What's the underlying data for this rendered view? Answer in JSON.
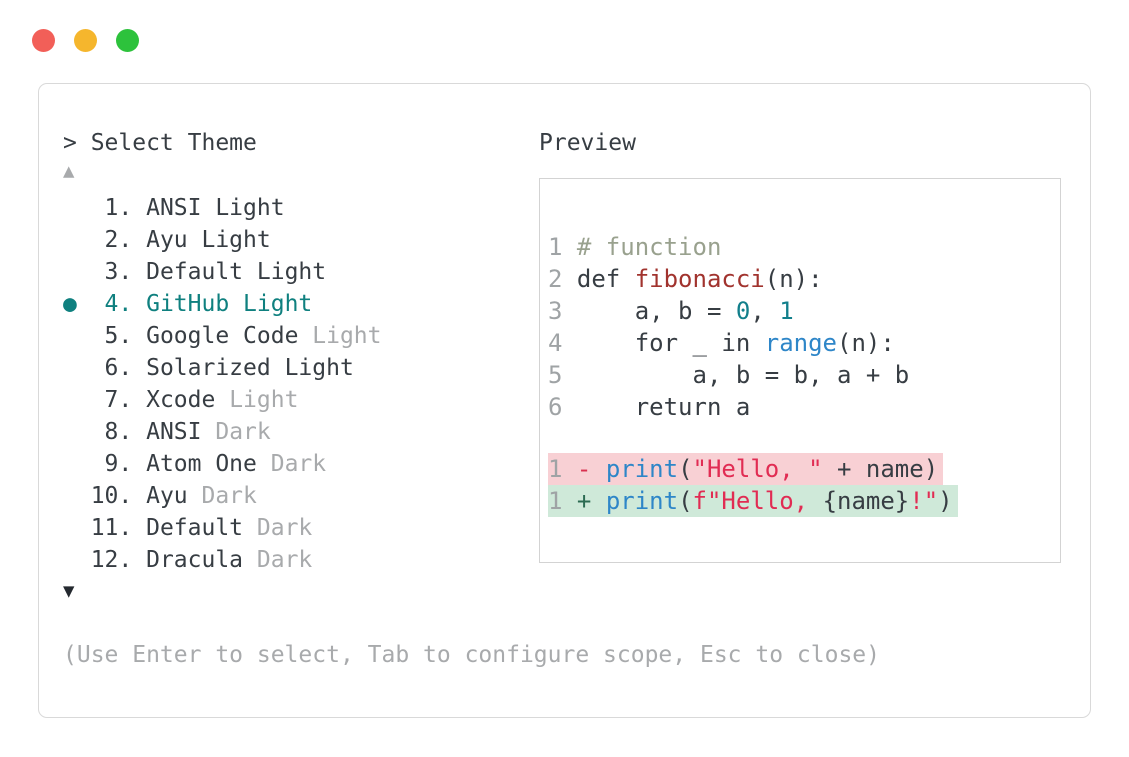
{
  "window": {
    "controls": [
      {
        "name": "close",
        "color": "#f25f58"
      },
      {
        "name": "minimize",
        "color": "#f5b62d"
      },
      {
        "name": "zoom",
        "color": "#2dc23c"
      }
    ]
  },
  "header": {
    "select_prompt": "> Select Theme"
  },
  "list": {
    "scroll_up_glyph": "▲",
    "scroll_down_glyph": "▼",
    "selected_marker": "●",
    "selected_theme": "GitHub Light"
  },
  "theme_list": {
    "items": [
      {
        "number": "1",
        "selected": false,
        "name_parts": [
          {
            "t": "ANSI Light",
            "muted": false
          }
        ]
      },
      {
        "number": "2",
        "selected": false,
        "name_parts": [
          {
            "t": "Ayu Light",
            "muted": false
          }
        ]
      },
      {
        "number": "3",
        "selected": false,
        "name_parts": [
          {
            "t": "Default Light",
            "muted": false
          }
        ]
      },
      {
        "number": "4",
        "selected": true,
        "name_parts": [
          {
            "t": "GitHub Light",
            "muted": false
          }
        ]
      },
      {
        "number": "5",
        "selected": false,
        "name_parts": [
          {
            "t": "Google Code ",
            "muted": false
          },
          {
            "t": "Light",
            "muted": true
          }
        ]
      },
      {
        "number": "6",
        "selected": false,
        "name_parts": [
          {
            "t": "Solarized Light",
            "muted": false
          }
        ]
      },
      {
        "number": "7",
        "selected": false,
        "name_parts": [
          {
            "t": "Xcode ",
            "muted": false
          },
          {
            "t": "Light",
            "muted": true
          }
        ]
      },
      {
        "number": "8",
        "selected": false,
        "name_parts": [
          {
            "t": "ANSI ",
            "muted": false
          },
          {
            "t": "Dark",
            "muted": true
          }
        ]
      },
      {
        "number": "9",
        "selected": false,
        "name_parts": [
          {
            "t": "Atom One ",
            "muted": false
          },
          {
            "t": "Dark",
            "muted": true
          }
        ]
      },
      {
        "number": "10",
        "selected": false,
        "name_parts": [
          {
            "t": "Ayu ",
            "muted": false
          },
          {
            "t": "Dark",
            "muted": true
          }
        ]
      },
      {
        "number": "11",
        "selected": false,
        "name_parts": [
          {
            "t": "Default ",
            "muted": false
          },
          {
            "t": "Dark",
            "muted": true
          }
        ]
      },
      {
        "number": "12",
        "selected": false,
        "name_parts": [
          {
            "t": "Dracula ",
            "muted": false
          },
          {
            "t": "Dark",
            "muted": true
          }
        ]
      }
    ]
  },
  "preview": {
    "title": "Preview",
    "code_lines": [
      {
        "num": "1",
        "tokens": [
          {
            "t": "# function",
            "c": "comment"
          }
        ]
      },
      {
        "num": "2",
        "tokens": [
          {
            "t": "def ",
            "c": "plain"
          },
          {
            "t": "fibonacci",
            "c": "func"
          },
          {
            "t": "(n):",
            "c": "plain"
          }
        ]
      },
      {
        "num": "3",
        "tokens": [
          {
            "t": "    a, b = ",
            "c": "plain"
          },
          {
            "t": "0",
            "c": "num"
          },
          {
            "t": ", ",
            "c": "plain"
          },
          {
            "t": "1",
            "c": "num"
          }
        ]
      },
      {
        "num": "4",
        "tokens": [
          {
            "t": "    for _ in ",
            "c": "plain"
          },
          {
            "t": "range",
            "c": "blue"
          },
          {
            "t": "(n):",
            "c": "plain"
          }
        ]
      },
      {
        "num": "5",
        "tokens": [
          {
            "t": "        a, b = b, a + b",
            "c": "plain"
          }
        ]
      },
      {
        "num": "6",
        "tokens": [
          {
            "t": "    return a",
            "c": "plain"
          }
        ]
      }
    ],
    "diff_lines": [
      {
        "num": "1",
        "bg": "removed",
        "tokens": [
          {
            "t": "- ",
            "c": "minus"
          },
          {
            "t": "print",
            "c": "blue"
          },
          {
            "t": "(",
            "c": "plain"
          },
          {
            "t": "\"Hello, \"",
            "c": "string"
          },
          {
            "t": " + name)",
            "c": "plain"
          }
        ]
      },
      {
        "num": "1",
        "bg": "added",
        "tokens": [
          {
            "t": "+ ",
            "c": "plus"
          },
          {
            "t": "print",
            "c": "blue"
          },
          {
            "t": "(",
            "c": "plain"
          },
          {
            "t": "f\"Hello, ",
            "c": "string"
          },
          {
            "t": "{name}",
            "c": "plain"
          },
          {
            "t": "!\"",
            "c": "string"
          },
          {
            "t": ")",
            "c": "plain"
          }
        ]
      }
    ]
  },
  "footer": {
    "help_text": "(Use Enter to select, Tab to configure scope, Esc to close)"
  },
  "colors": {
    "accent_teal": "#0f807f",
    "text_dark": "#373d43",
    "text_muted": "#a8aaac",
    "line_number": "#9fa3a5",
    "comment": "#99a18e",
    "function_name": "#a1332e",
    "number_literal": "#127f8b",
    "builtin_blue": "#2e86c8",
    "string_red": "#e12c53",
    "diff_removed_bg": "#f8d0d4",
    "diff_added_bg": "#cfe9d9",
    "panel_border": "#d9d9d9",
    "preview_border": "#d3d3d3",
    "traffic_red": "#f25f58",
    "traffic_yellow": "#f5b62d",
    "traffic_green": "#2dc23c"
  }
}
